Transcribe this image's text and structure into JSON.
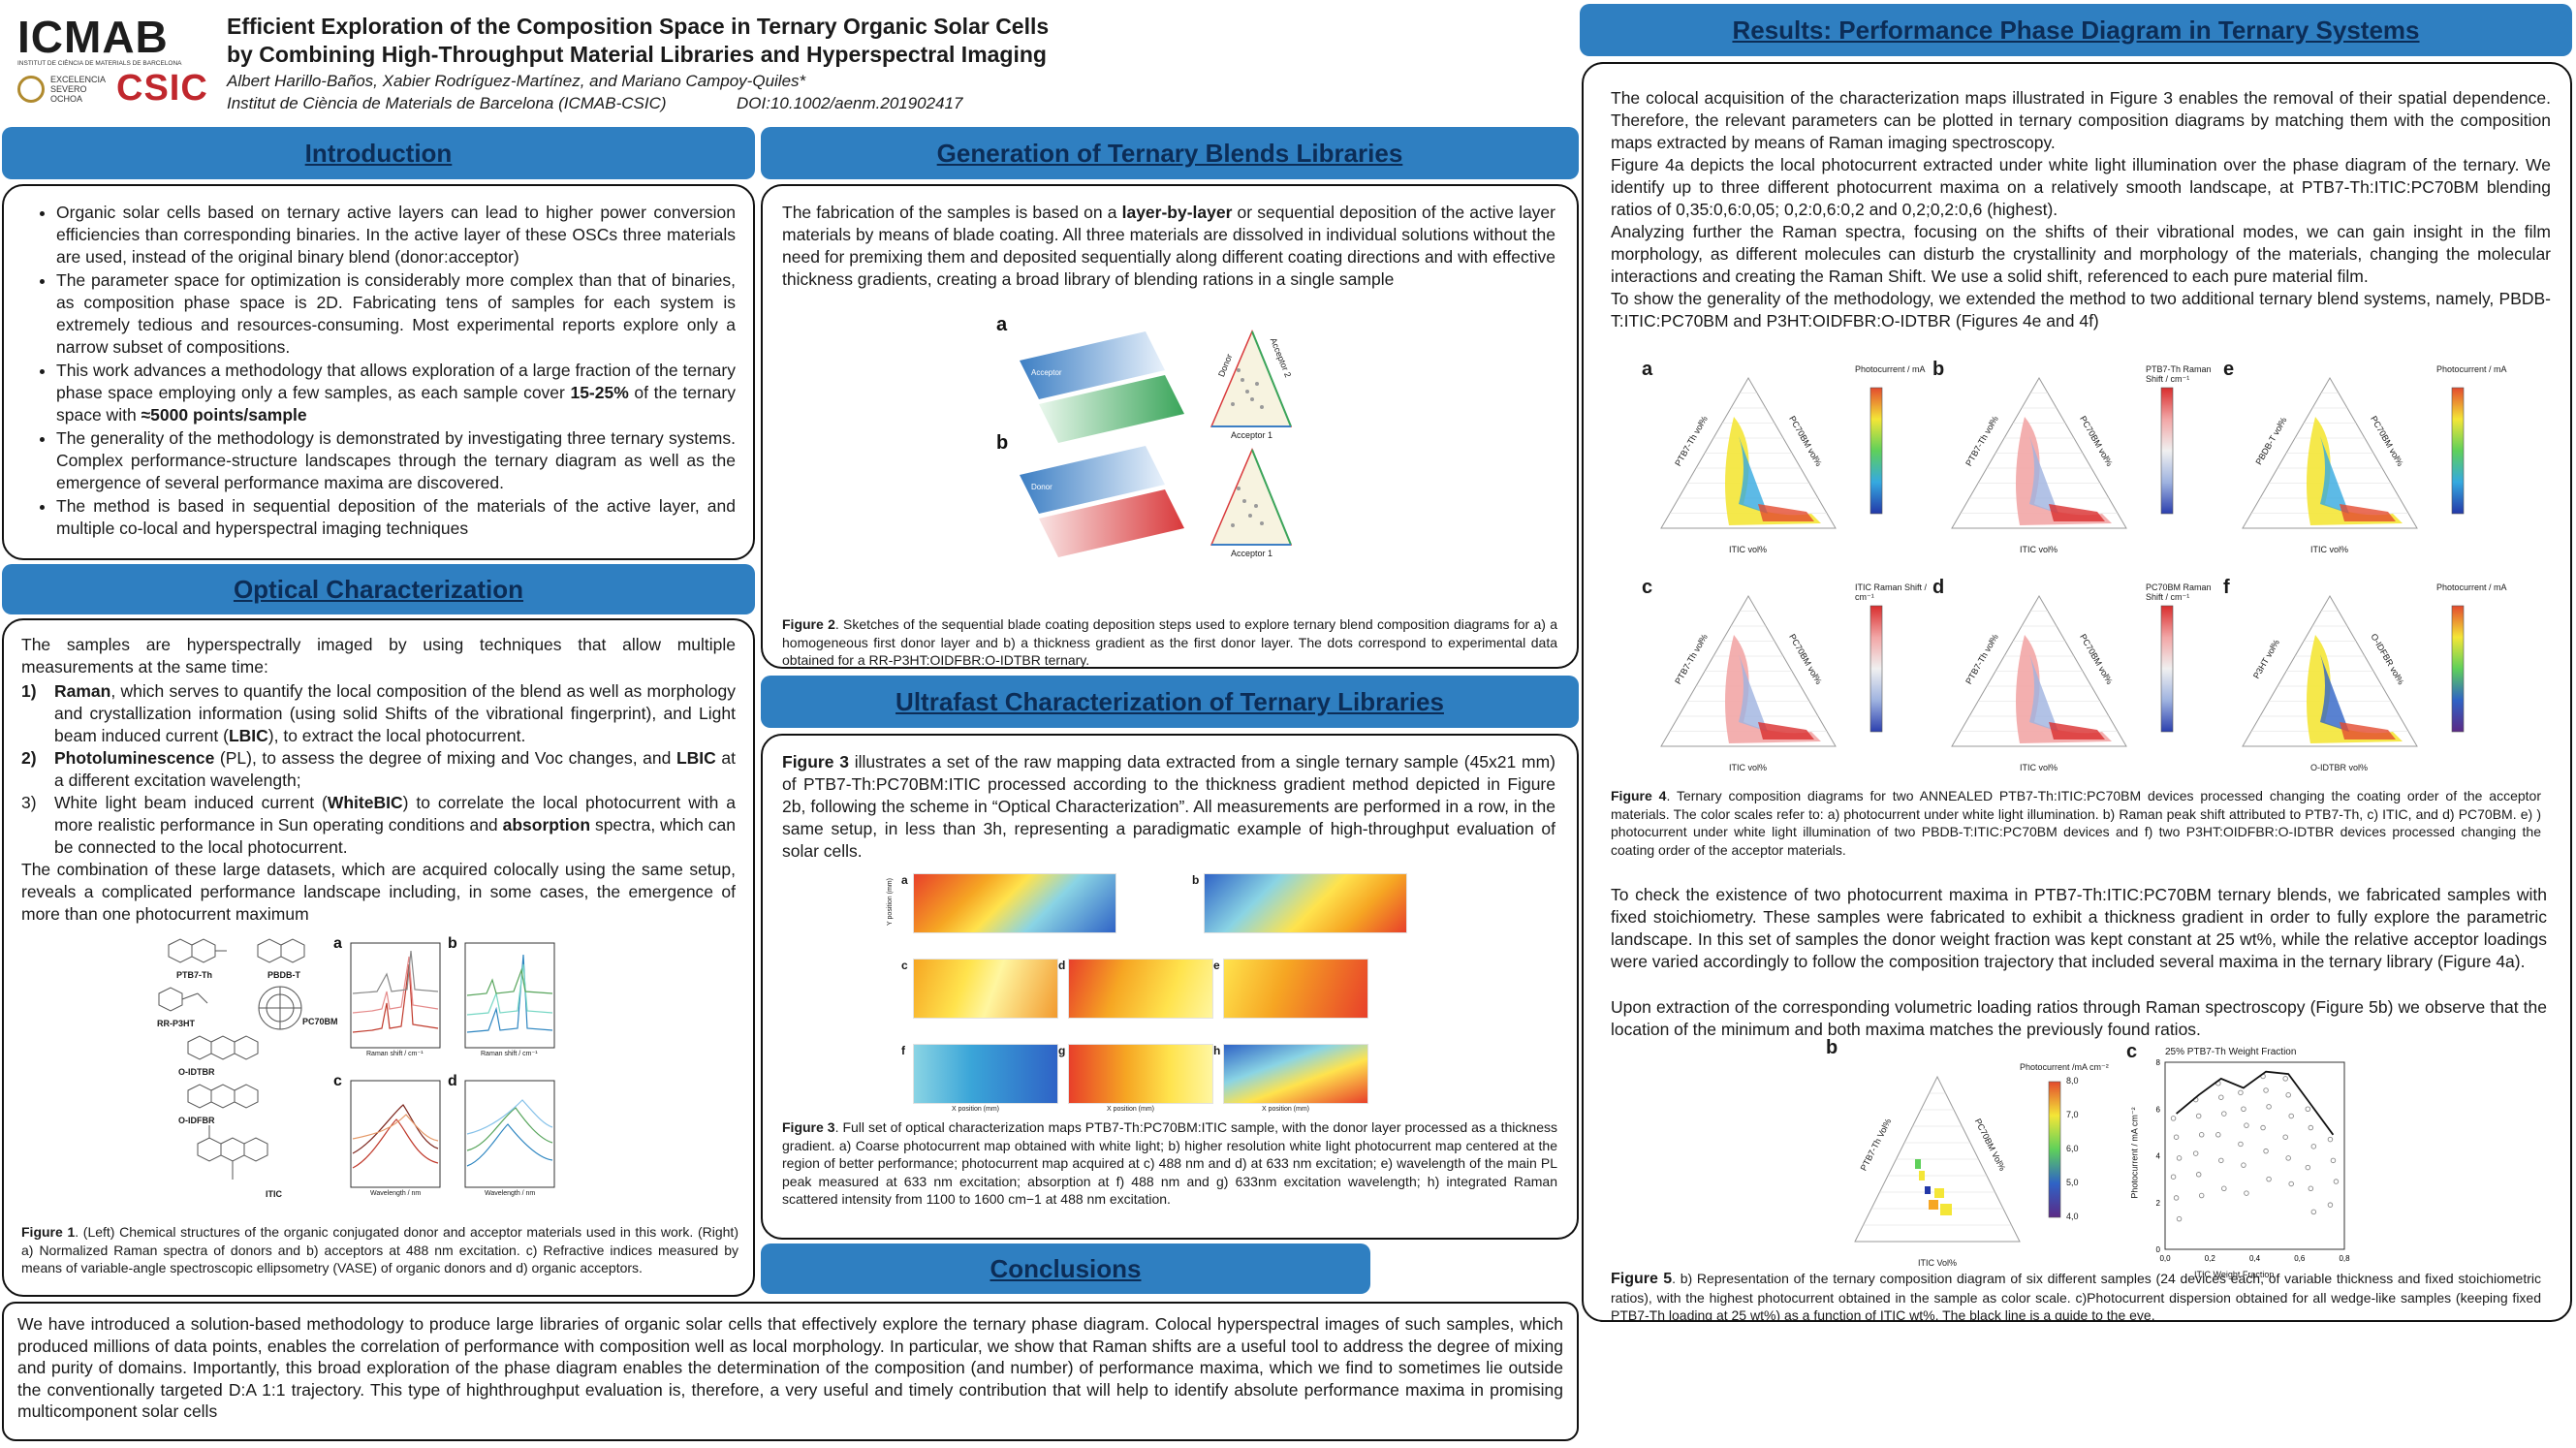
{
  "header": {
    "logo_icmab": "ICMAB",
    "logo_icmab_sub": "INSTITUT DE CIÈNCIA DE MATERIALS DE BARCELONA",
    "logo_severo": "EXCELENCIA SEVERO OCHOA",
    "logo_csic": "CSIC",
    "title_line1": "Efficient Exploration of the Composition Space in Ternary Organic Solar Cells",
    "title_line2": "by Combining High-Throughput Material Libraries and Hyperspectral Imaging",
    "authors": "Albert Harillo-Baños, Xabier Rodríguez-Martínez, and Mariano Campoy-Quiles*",
    "affiliation": "Institut de Ciència de Materials de Barcelona (ICMAB-CSIC)",
    "doi": "DOI:10.1002/aenm.201902417"
  },
  "introduction": {
    "title": "Introduction",
    "bullets": [
      {
        "text": "Organic solar cells based on ternary active layers can lead to higher power conversion efficiencies than corresponding binaries. In the active layer of these OSCs three materials are used, instead of the original binary blend (donor:acceptor)"
      },
      {
        "text": "The parameter space for optimization is considerably more complex than that of binaries, as composition phase space is 2D. Fabricating tens of samples for each system is extremely tedious and resources-consuming. Most experimental reports explore only a narrow subset of compositions."
      },
      {
        "text": "This work advances a methodology that allows exploration of a large fraction of the ternary phase space employing only a few samples, as each sample cover ",
        "b1": "15-25%",
        "mid": " of the ternary space with ",
        "b2": "≈5000 points/sample"
      },
      {
        "text": "The generality of the methodology is demonstrated by investigating three ternary systems. Complex performance-structure landscapes through the ternary diagram as well as the emergence of several performance maxima are discovered."
      },
      {
        "text": "The method is based in sequential deposition of the materials of the active layer, and multiple co-local and hyperspectral imaging techniques"
      }
    ]
  },
  "optical": {
    "title": "Optical Characterization",
    "intro": "The samples are hyperspectrally imaged by using techniques that allow multiple measurements at the same time:",
    "items": [
      {
        "num": "1)",
        "b": "Raman",
        "text": ", which serves to quantify the local composition of the blend as well as morphology and crystallization information (using solid Shifts of the vibrational fingerprint), and Light beam induced current (",
        "b2": "LBIC",
        "text2": "), to extract the local photocurrent."
      },
      {
        "num": "2)",
        "b": "Photoluminescence",
        "text": " (PL), to assess the degree of mixing and Voc changes, and ",
        "b2": "LBIC",
        "text2": " at a different excitation wavelength;"
      },
      {
        "num": "3)",
        "pre": "White light beam induced current (",
        "b": "WhiteBIC",
        "text": ") to correlate the local photocurrent with a more realistic performance in Sun operating conditions and ",
        "b2": "absorption",
        "text2": " spectra, which can be connected to the local photocurrent."
      }
    ],
    "outro": "The combination of these large datasets, which are acquired colocally using the same setup, reveals a complicated performance landscape including, in some cases, the emergence of more than one photocurrent maximum",
    "fig_molecules": [
      "PTB7-Th",
      "PBDB-T",
      "RR-P3HT",
      "PC70BM",
      "O-IDTBR",
      "O-IDFBR",
      "ITIC"
    ],
    "fig_panels": [
      "a",
      "b",
      "c",
      "d"
    ],
    "fig_raman_x": "Raman shift / cm⁻¹",
    "fig_wl_x": "Wavelength / nm",
    "caption_label": "Figure 1",
    "caption": ". (Left) Chemical structures of the organic conjugated donor and acceptor materials used in this work. (Right) a) Normalized Raman spectra of donors and b) acceptors at 488 nm excitation. c) Refractive indices measured by means of variable-angle spectroscopic ellipsometry (VASE) of organic donors and d) organic acceptors."
  },
  "generation": {
    "title": "Generation of Ternary Blends Libraries",
    "text_pre": "The fabrication of the samples is based on a ",
    "text_b": "layer-by-layer",
    "text_post": " or sequential deposition of the active layer materials by means of blade coating. All three materials are dissolved in individual solutions without the need for premixing them and deposited sequentially along different coating directions and with effective thickness gradients, creating a broad library of blending rations in a single sample",
    "fig_labels": [
      "a",
      "b"
    ],
    "fig_axis_donor": "Donor",
    "fig_axis_acc1": "Acceptor 1",
    "fig_axis_acc2": "Acceptor 2",
    "fig_layer_acc": "Acceptor",
    "fig_layer_donor": "Donor",
    "caption_label": "Figure 2",
    "caption": ". Sketches of the sequential blade coating deposition steps used to explore ternary blend composition diagrams for a) a homogeneous first donor layer and b) a thickness gradient as the first donor layer. The dots correspond to experimental data obtained for a RR-P3HT:OIDFBR:O-IDTBR ternary."
  },
  "ultrafast": {
    "title": "Ultrafast Characterization of Ternary Libraries",
    "text_b": "Figure 3",
    "text": " illustrates a set of the raw mapping data extracted from a single ternary sample (45x21 mm) of PTB7-Th:PC70BM:ITIC processed according to the thickness gradient method depicted in Figure 2b, following the scheme in “Optical Characterization”. All measurements are performed in a row, in the same setup, in less than 3h, representing a paradigmatic example of high-throughput evaluation of solar cells.",
    "fig_panels": [
      "a",
      "b",
      "c",
      "d",
      "e",
      "f",
      "g",
      "h"
    ],
    "fig_xlabel": "X position (mm)",
    "fig_ylabel": "Y position (mm)",
    "caption_label": "Figure 3",
    "caption": ". Full set of optical characterization maps PTB7-Th:PC70BM:ITIC sample, with the donor layer processed as a thickness gradient. a) Coarse photocurrent map obtained with white light; b) higher resolution white light photocurrent map centered at the region of better performance; photocurrent map acquired at c) 488 nm and d) at 633 nm excitation; e) wavelength of the main PL peak measured at 633 nm excitation; absorption at f) 488 nm and g) 633nm excitation wavelength; h) integrated Raman scattered intensity from 1100 to 1600 cm−1 at 488 nm excitation."
  },
  "conclusions": {
    "title": "Conclusions",
    "text": "We have introduced a solution-based methodology to produce large libraries of organic solar cells that effectively explore the ternary phase diagram. Colocal hyperspectral images of such samples, which produced millions of data points, enables the correlation of performance with composition well as local morphology. In particular, we show that Raman shifts are a useful tool to address the degree of mixing and purity of domains. Importantly, this broad exploration of the phase diagram enables the determination of the composition (and number) of performance maxima, which we find to sometimes lie outside the conventionally targeted D:A 1:1 trajectory. This type of highthroughput evaluation is, therefore, a very useful and timely contribution that will help to identify absolute performance maxima in promising multicomponent solar cells"
  },
  "results": {
    "title": "Results: Performance Phase Diagram in Ternary Systems",
    "p1": "The colocal acquisition of the characterization maps illustrated in Figure 3 enables the removal of their spatial dependence. Therefore, the relevant parameters can be plotted in ternary composition diagrams by matching them with the composition maps extracted by means of Raman imaging spectroscopy.",
    "p2": "Figure 4a depicts the local photocurrent extracted under white light illumination over the phase diagram of the ternary. We identify up to three different photocurrent maxima on a relatively smooth landscape, at PTB7-Th:ITIC:PC70BM blending ratios of 0,35:0,6:0,05; 0,2:0,6:0,2 and 0,2;0,2:0,6 (highest).",
    "p3": "Analyzing further the Raman spectra, focusing on the shifts of their vibrational modes, we can gain insight in the film morphology, as different molecules can disturb the crystallinity and morphology of the materials, changing the molecular interactions and creating the Raman Shift. We use a solid shift, referenced to each pure material film.",
    "p4": "To show the generality of the methodology, we extended the method to two additional ternary blend systems, namely, PBDB-T:ITIC:PC70BM and P3HT:OIDFBR:O-IDTBR (Figures 4e and 4f)",
    "fig4_panels": [
      {
        "id": "a",
        "scale": "Photocurrent / mA",
        "left": "PTB7-Th vol%",
        "right": "PC70BM vol%",
        "bottom": "ITIC vol%"
      },
      {
        "id": "b",
        "scale": "PTB7-Th Raman Shift / cm⁻¹",
        "left": "PTB7-Th vol%",
        "right": "PC70BM vol%",
        "bottom": "ITIC vol%"
      },
      {
        "id": "e",
        "scale": "Photocurrent / mA",
        "left": "PBDB-T vol%",
        "right": "PC70BM vol%",
        "bottom": "ITIC vol%"
      },
      {
        "id": "c",
        "scale": "ITIC Raman Shift / cm⁻¹",
        "left": "PTB7-Th vol%",
        "right": "PC70BM vol%",
        "bottom": "ITIC vol%"
      },
      {
        "id": "d",
        "scale": "PC70BM Raman Shift / cm⁻¹",
        "left": "PTB7-Th vol%",
        "right": "PC70BM vol%",
        "bottom": "ITIC vol%"
      },
      {
        "id": "f",
        "scale": "Photocurrent / mA",
        "left": "P3HT vol%",
        "right": "O-IDFBR vol%",
        "bottom": "O-IDTBR vol%"
      }
    ],
    "fig4_caption_label": "Figure 4",
    "fig4_caption": ". Ternary composition diagrams for two ANNEALED PTB7-Th:ITIC:PC70BM devices processed changing the coating order of the acceptor materials. The color scales refer to: a) photocurrent under white light illumination. b) Raman peak shift attributed to PTB7-Th, c) ITIC, and d) PC70BM. e) ) photocurrent under white light illumination of two PBDB-T:ITIC:PC70BM devices and f) two P3HT:OIDFBR:O-IDTBR devices processed changing the coating order of the acceptor materials.",
    "p5": "To check the existence of two photocurrent maxima in PTB7-Th:ITIC:PC70BM ternary blends, we fabricated samples with fixed stoichiometry. These samples were fabricated to exhibit a thickness gradient in order to fully explore the parametric landscape. In this set of samples the donor weight fraction was kept constant at 25 wt%, while the relative acceptor loadings were varied accordingly to follow the composition trajectory that included several maxima in the ternary library (Figure 4a).",
    "p6": "Upon extraction of the corresponding volumetric loading ratios through Raman spectroscopy (Figure 5b) we observe that the location of the minimum and both maxima matches the previously found ratios.",
    "fig5b": {
      "id": "b",
      "scale": "Photocurrent /mA cm⁻²",
      "left": "PTB7-Th Vol%",
      "right": "PC70BM Vol%",
      "bottom": "ITIC Vol%",
      "ticks": [
        "8,0",
        "7,0",
        "6,0",
        "5,0",
        "4,0"
      ]
    },
    "fig5_caption_label": "Figure 5",
    "fig5_caption": ". b) Representation of the ternary composition diagram of six different samples (24 devices each, of variable thickness and fixed stoichiometric ratios), with the highest photocurrent obtained in the sample as color scale.  c)Photocurrent dispersion obtained for all wedge-like samples (keeping fixed PTB7-Th loading at 25 wt%) as a function of ITIC wt%. The black line is a guide to the eye."
  },
  "chart_data": {
    "type": "scatter",
    "panel": "c",
    "title": "25% PTB7-Th Weight Fraction",
    "xlabel": "ITIC Weight Fraction",
    "ylabel": "Photocurrent / mA cm⁻²",
    "xlim": [
      0.0,
      0.8
    ],
    "ylim": [
      0,
      8
    ],
    "x_ticks": [
      "0,0",
      "0,2",
      "0,4",
      "0,6",
      "0,8"
    ],
    "y_ticks": [
      "0",
      "2",
      "4",
      "6",
      "8"
    ],
    "guide_line": {
      "x": [
        0.05,
        0.15,
        0.25,
        0.35,
        0.45,
        0.55,
        0.65,
        0.75
      ],
      "y": [
        5.8,
        6.6,
        7.3,
        6.9,
        7.6,
        7.5,
        6.2,
        4.9
      ]
    },
    "series": [
      {
        "x": [
          0.05,
          0.05,
          0.05,
          0.05,
          0.05,
          0.05,
          0.15,
          0.15,
          0.15,
          0.15,
          0.15,
          0.15,
          0.25,
          0.25,
          0.25,
          0.25,
          0.25,
          0.25,
          0.35,
          0.35,
          0.35,
          0.35,
          0.35,
          0.35,
          0.45,
          0.45,
          0.45,
          0.45,
          0.45,
          0.45,
          0.55,
          0.55,
          0.55,
          0.55,
          0.55,
          0.55,
          0.65,
          0.65,
          0.65,
          0.65,
          0.65,
          0.65,
          0.75,
          0.75,
          0.75,
          0.75
        ],
        "y": [
          5.6,
          4.8,
          3.9,
          3.1,
          2.2,
          1.3,
          6.4,
          5.7,
          4.9,
          4.1,
          3.2,
          2.3,
          7.1,
          6.5,
          5.8,
          4.9,
          3.8,
          2.6,
          6.7,
          6.0,
          5.3,
          4.5,
          3.6,
          2.4,
          7.4,
          6.8,
          6.1,
          5.2,
          4.2,
          3.0,
          7.3,
          6.6,
          5.7,
          4.8,
          3.9,
          2.8,
          6.0,
          5.2,
          4.4,
          3.5,
          2.6,
          1.6,
          4.7,
          3.8,
          2.9,
          1.9
        ]
      }
    ]
  }
}
